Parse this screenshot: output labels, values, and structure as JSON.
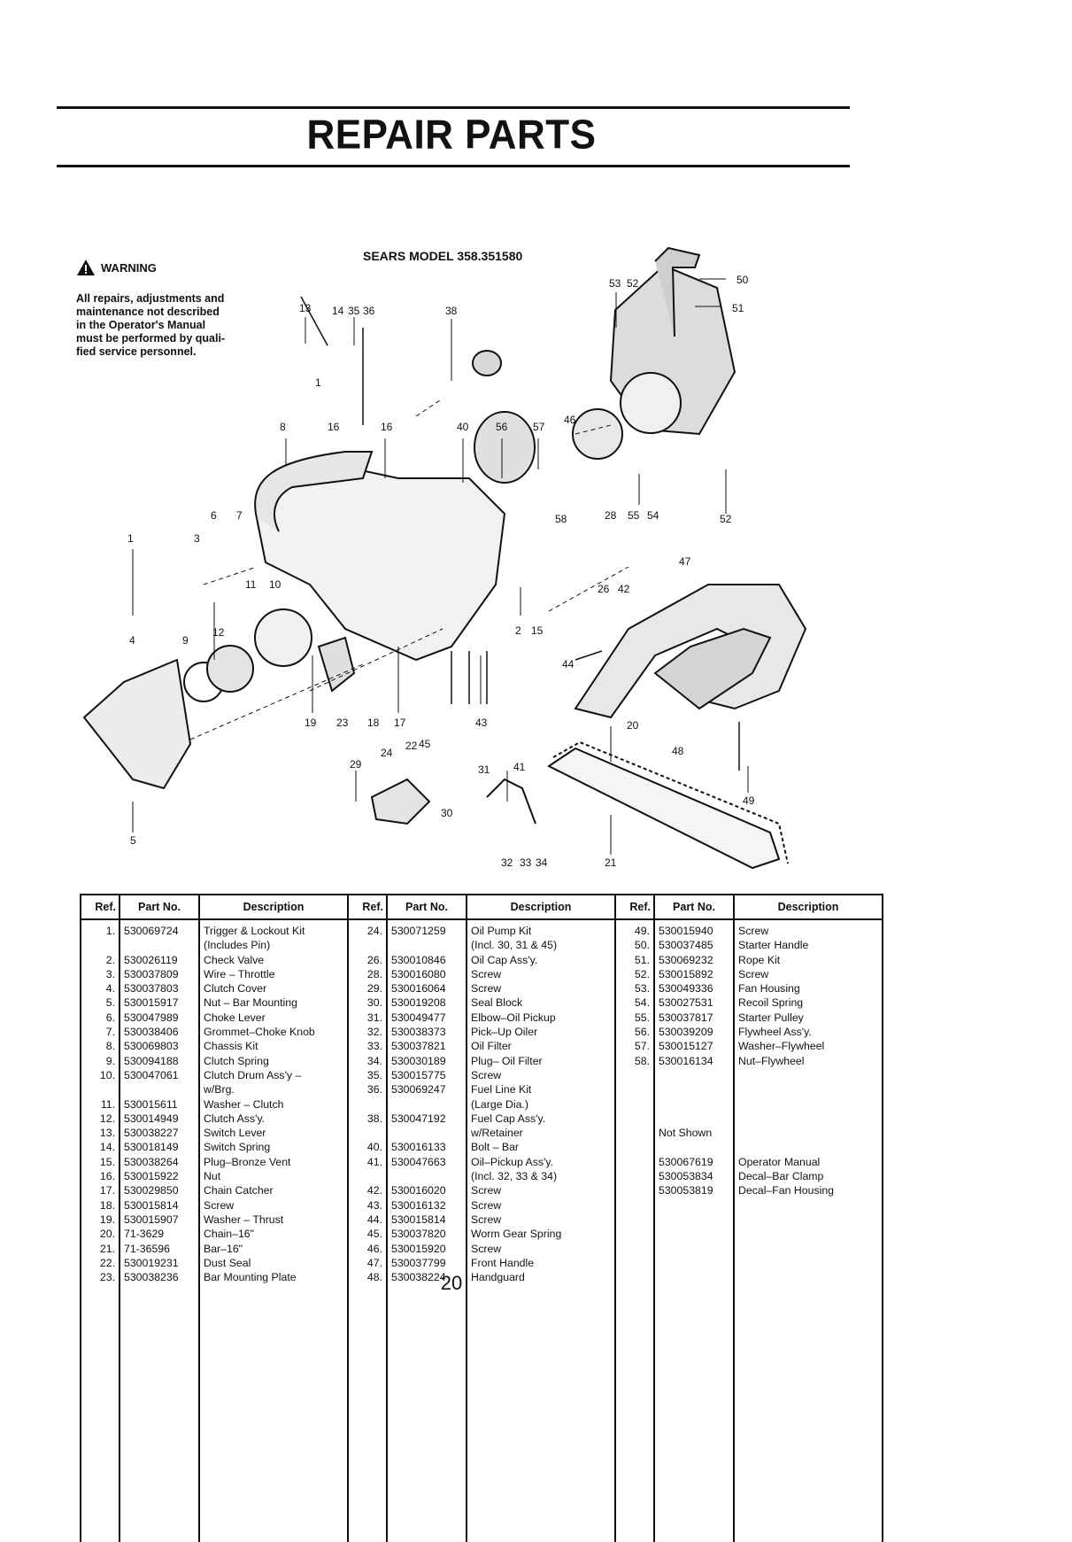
{
  "header": {
    "title": "REPAIR PARTS"
  },
  "model": "SEARS MODEL 358.351580",
  "warning": {
    "label": "WARNING",
    "lines": [
      "All repairs, adjustments and",
      "maintenance not described",
      "in the Operator's Manual",
      "must be performed by quali-",
      "fied service personnel."
    ]
  },
  "callouts": {
    "c13": "13",
    "c14": "14",
    "c35": "35",
    "c36": "36",
    "c38": "38",
    "c53": "53",
    "c52a": "52",
    "c50": "50",
    "c51": "51",
    "c1a": "1",
    "c8": "8",
    "c16a": "16",
    "c16b": "16",
    "c40": "40",
    "c56": "56",
    "c57": "57",
    "c46": "46",
    "c6": "6",
    "c7": "7",
    "c58": "58",
    "c28a": "28",
    "c55": "55",
    "c54": "54",
    "c52b": "52",
    "c1b": "1",
    "c3": "3",
    "c11": "11",
    "c10": "10",
    "c47": "47",
    "c26": "26",
    "c42": "42",
    "c4": "4",
    "c9": "9",
    "c12": "12",
    "c2": "2",
    "c15": "15",
    "c44": "44",
    "c19": "19",
    "c23": "23",
    "c18": "18",
    "c17": "17",
    "c43": "43",
    "c20": "20",
    "c48": "48",
    "c24": "24",
    "c22": "22",
    "c45": "45",
    "c29": "29",
    "c31": "31",
    "c41": "41",
    "c49": "49",
    "c30": "30",
    "c5": "5",
    "c32": "32",
    "c33": "33",
    "c34": "34",
    "c21": "21"
  },
  "table": {
    "headers": {
      "ref": "Ref.",
      "part": "Part No.",
      "desc": "Description"
    },
    "groups": [
      {
        "ref": [
          "1.",
          "",
          "2.",
          "3.",
          "4.",
          "5.",
          "6.",
          "7.",
          "8.",
          "9.",
          "10.",
          "",
          "11.",
          "12.",
          "13.",
          "14.",
          "15.",
          "16.",
          "17.",
          "18.",
          "19.",
          "20.",
          "21.",
          "22.",
          "23."
        ],
        "part": [
          "530069724",
          "",
          "530026119",
          "530037809",
          "530037803",
          "530015917",
          "530047989",
          "530038406",
          "530069803",
          "530094188",
          "530047061",
          "",
          "530015611",
          "530014949",
          "530038227",
          "530018149",
          "530038264",
          "530015922",
          "530029850",
          "530015814",
          "530015907",
          "71-3629",
          "71-36596",
          "530019231",
          "530038236"
        ],
        "desc": [
          "Trigger & Lockout Kit",
          "(Includes Pin)",
          "Check Valve",
          "Wire – Throttle",
          "Clutch Cover",
          "Nut – Bar Mounting",
          "Choke Lever",
          "Grommet–Choke Knob",
          "Chassis Kit",
          "Clutch Spring",
          "Clutch Drum Ass'y –",
          "w/Brg.",
          "Washer – Clutch",
          "Clutch Ass'y.",
          "Switch Lever",
          "Switch Spring",
          "Plug–Bronze Vent",
          "Nut",
          "Chain Catcher",
          "Screw",
          "Washer – Thrust",
          "Chain–16\"",
          "Bar–16\"",
          "Dust Seal",
          "Bar Mounting Plate"
        ]
      },
      {
        "ref": [
          "24.",
          "",
          "26.",
          "28.",
          "29.",
          "30.",
          "31.",
          "32.",
          "33.",
          "34.",
          "35.",
          "36.",
          "",
          "38.",
          "",
          "40.",
          "41.",
          "",
          "42.",
          "43.",
          "44.",
          "45.",
          "46.",
          "47.",
          "48."
        ],
        "part": [
          "530071259",
          "",
          "530010846",
          "530016080",
          "530016064",
          "530019208",
          "530049477",
          "530038373",
          "530037821",
          "530030189",
          "530015775",
          "530069247",
          "",
          "530047192",
          "",
          "530016133",
          "530047663",
          "",
          "530016020",
          "530016132",
          "530015814",
          "530037820",
          "530015920",
          "530037799",
          "530038224"
        ],
        "desc": [
          "Oil Pump Kit",
          "(Incl. 30, 31 & 45)",
          "Oil Cap Ass'y.",
          "Screw",
          "Screw",
          "Seal Block",
          "Elbow–Oil Pickup",
          "Pick–Up Oiler",
          "Oil Filter",
          "Plug– Oil Filter",
          "Screw",
          "Fuel Line Kit",
          "(Large Dia.)",
          "Fuel Cap Ass'y.",
          "w/Retainer",
          "Bolt – Bar",
          "Oil–Pickup Ass'y.",
          "(Incl. 32, 33 & 34)",
          "Screw",
          "Screw",
          "Screw",
          "Worm Gear Spring",
          "Screw",
          "Front Handle",
          "Handguard"
        ]
      },
      {
        "ref": [
          "49.",
          "50.",
          "51.",
          "52.",
          "53.",
          "54.",
          "55.",
          "56.",
          "57.",
          "58.",
          "",
          "",
          "",
          "",
          "",
          "",
          "",
          "",
          "",
          "",
          "",
          "",
          "",
          "",
          ""
        ],
        "part": [
          "530015940",
          "530037485",
          "530069232",
          "530015892",
          "530049336",
          "530027531",
          "530037817",
          "530039209",
          "530015127",
          "530016134",
          "",
          "",
          "",
          "",
          "Not Shown",
          "",
          "530067619",
          "530053834",
          "530053819",
          "",
          "",
          "",
          "",
          "",
          ""
        ],
        "desc": [
          "Screw",
          "Starter Handle",
          "Rope Kit",
          "Screw",
          "Fan Housing",
          "Recoil Spring",
          "Starter Pulley",
          "Flywheel Ass'y.",
          "Washer–Flywheel",
          "Nut–Flywheel",
          "",
          "",
          "",
          "",
          "",
          "",
          "Operator Manual",
          "Decal–Bar Clamp",
          "Decal–Fan Housing",
          "",
          "",
          "",
          "",
          "",
          ""
        ]
      }
    ]
  },
  "page_number": "20"
}
